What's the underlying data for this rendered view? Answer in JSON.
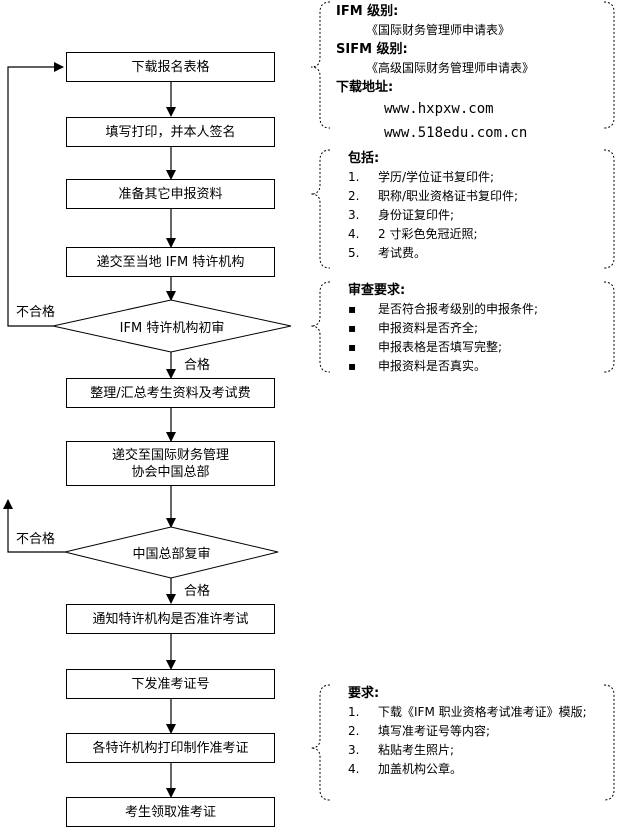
{
  "flow": {
    "steps": {
      "download_form": "下载报名表格",
      "fill_print_sign": "填写打印，并本人签名",
      "prepare_materials": "准备其它申报资料",
      "submit_local_ifm": "递交至当地 IFM 特许机构",
      "organize_fees": "整理/汇总考生资料及考试费",
      "submit_hq_line1": "递交至国际财务管理",
      "submit_hq_line2": "协会中国总部",
      "notify_agency": "通知特许机构是否准许考试",
      "issue_ticket_no": "下发准考证号",
      "print_ticket": "各特许机构打印制作准考证",
      "collect_ticket": "考生领取准考证"
    },
    "decisions": {
      "ifm_review": "IFM 特许机构初审",
      "hq_review": "中国总部复审"
    },
    "edge_labels": {
      "fail": "不合格",
      "pass": "合格"
    }
  },
  "notes": {
    "download": {
      "ifm_level": "IFM 级别:",
      "ifm_form": "《国际财务管理师申请表》",
      "sifm_level": "SIFM 级别:",
      "sifm_form": "《高级国际财务管理师申请表》",
      "address_title": "下载地址:",
      "url1": "www.hxpxw.com",
      "url2": "www.518edu.com.cn"
    },
    "includes": {
      "title": "包括:",
      "items": [
        {
          "n": "1.",
          "t": "学历/学位证书复印件;"
        },
        {
          "n": "2.",
          "t": "职称/职业资格证书复印件;"
        },
        {
          "n": "3.",
          "t": "身份证复印件;"
        },
        {
          "n": "4.",
          "t": "2 寸彩色免冠近照;"
        },
        {
          "n": "5.",
          "t": "考试费。"
        }
      ]
    },
    "review": {
      "title": "审查要求:",
      "items": [
        {
          "n": "▪",
          "t": "是否符合报考级别的申报条件;"
        },
        {
          "n": "▪",
          "t": "申报资料是否齐全;"
        },
        {
          "n": "▪",
          "t": "申报表格是否填写完整;"
        },
        {
          "n": "▪",
          "t": "申报资料是否真实。"
        }
      ]
    },
    "requirements": {
      "title": "要求:",
      "items": [
        {
          "n": "1.",
          "t": "下载《IFM 职业资格考试准考证》模版;"
        },
        {
          "n": "2.",
          "t": "填写准考证号等内容;"
        },
        {
          "n": "3.",
          "t": "粘贴考生照片;"
        },
        {
          "n": "4.",
          "t": "加盖机构公章。"
        }
      ]
    }
  }
}
